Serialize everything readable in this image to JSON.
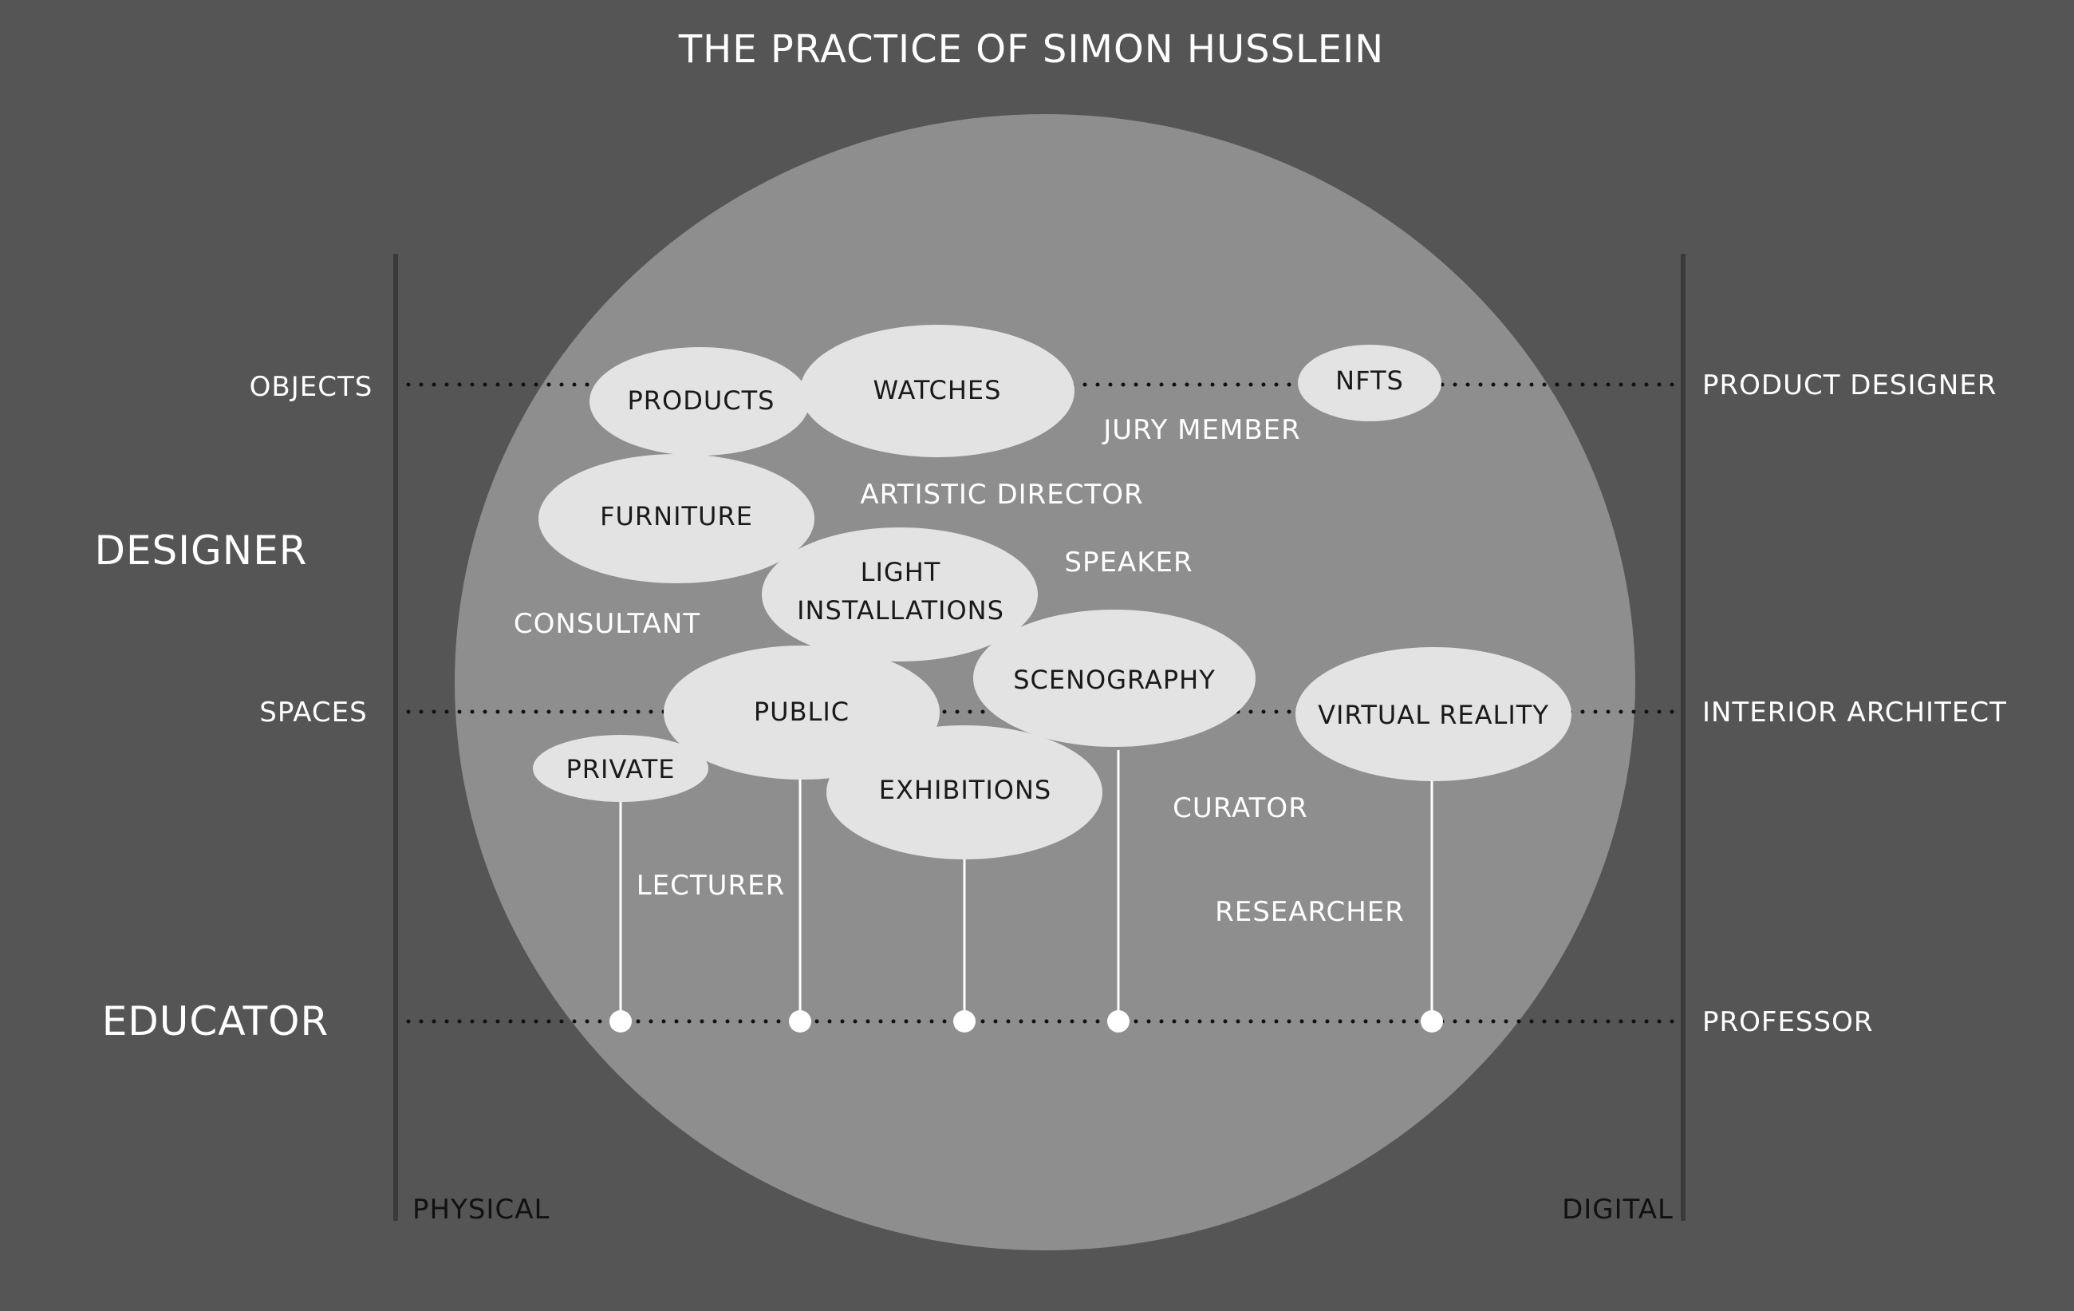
{
  "title": "THE PRACTICE OF SIMON HUSSLEIN",
  "colors": {
    "background": "#555555",
    "circle": "#8e8e8e",
    "bubble": "#e3e3e3",
    "dark_text": "#1a1a1a",
    "light_text": "#ffffff"
  },
  "groups": {
    "designer": "DESIGNER",
    "educator": "EDUCATOR"
  },
  "rows": {
    "objects": {
      "left": "OBJECTS",
      "right": "PRODUCT DESIGNER"
    },
    "spaces": {
      "left": "SPACES",
      "right": "INTERIOR ARCHITECT"
    },
    "educator": {
      "right": "PROFESSOR"
    }
  },
  "axis": {
    "left": "PHYSICAL",
    "right": "DIGITAL"
  },
  "bubbles": {
    "products": "PRODUCTS",
    "watches": "WATCHES",
    "nfts": "NFTS",
    "furniture": "FURNITURE",
    "light_line1": "LIGHT",
    "light_line2": "INSTALLATIONS",
    "scenography": "SCENOGRAPHY",
    "public": "PUBLIC",
    "virtual_reality": "VIRTUAL REALITY",
    "private": "PRIVATE",
    "exhibitions": "EXHIBITIONS"
  },
  "roles": {
    "jury_member": "JURY MEMBER",
    "artistic_director": "ARTISTIC  DIRECTOR",
    "speaker": "SPEAKER",
    "consultant": "CONSULTANT",
    "curator": "CURATOR",
    "lecturer": "LECTURER",
    "researcher": "RESEARCHER"
  }
}
